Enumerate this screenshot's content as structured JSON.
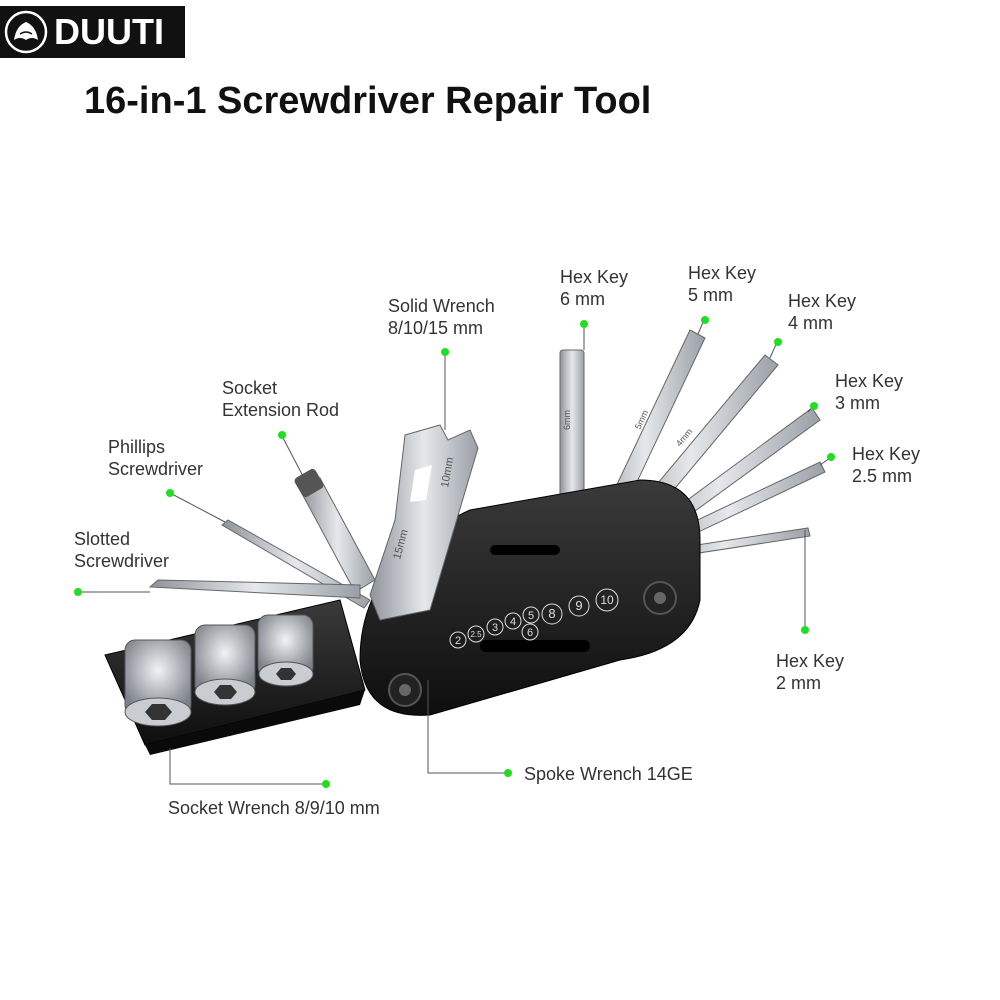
{
  "brand": {
    "name": "DUUTI"
  },
  "title": "16-in-1 Screwdriver Repair Tool",
  "colors": {
    "leader_dot": "#22dd22",
    "leader_line": "#555555",
    "body": "#1a1a1a",
    "steel": "#b8bcc2"
  },
  "tool_markings": {
    "socket_sizes": [
      "2",
      "2.5",
      "3",
      "4",
      "5",
      "6",
      "8",
      "9",
      "10"
    ],
    "wrench_labels": [
      "15mm",
      "10mm"
    ],
    "hex_labels": [
      "6mm",
      "5mm",
      "4mm"
    ]
  },
  "callouts": {
    "hex6": {
      "line1": "Hex Key",
      "line2": "6 mm"
    },
    "hex5": {
      "line1": "Hex Key",
      "line2": "5 mm"
    },
    "hex4": {
      "line1": "Hex Key",
      "line2": "4 mm"
    },
    "hex3": {
      "line1": "Hex Key",
      "line2": "3 mm"
    },
    "hex25": {
      "line1": "Hex Key",
      "line2": "2.5 mm"
    },
    "hex2": {
      "line1": "Hex Key",
      "line2": "2 mm"
    },
    "solid_wrench": {
      "line1": "Solid Wrench",
      "line2": "8/10/15 mm"
    },
    "socket_rod": {
      "line1": "Socket",
      "line2": "Extension Rod"
    },
    "phillips": {
      "line1": "Phillips",
      "line2": "Screwdriver"
    },
    "slotted": {
      "line1": "Slotted",
      "line2": "Screwdriver"
    },
    "spoke": {
      "line1": "Spoke Wrench 14GE"
    },
    "socket_wrench": {
      "line1": "Socket Wrench 8/9/10 mm"
    }
  }
}
